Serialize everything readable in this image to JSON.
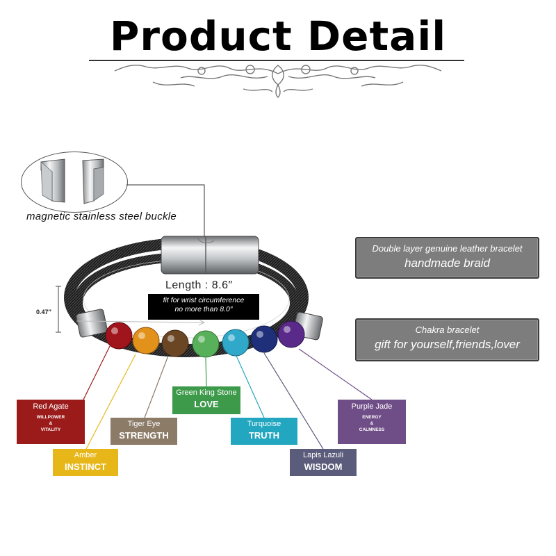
{
  "title": "Product Detail",
  "buckle": {
    "caption": "magnetic stainless steel buckle"
  },
  "panels": {
    "leather": {
      "line1": "Double layer genuine leather bracelet",
      "line2": "handmade braid"
    },
    "chakra": {
      "line1": "Chakra bracelet",
      "line2": "gift for yourself,friends,lover"
    }
  },
  "measurements": {
    "length": "Length : 8.6″",
    "fit_line1": "fit for wrist circumference",
    "fit_line2": "no more than 8.0″",
    "width": "0.47″"
  },
  "stones": [
    {
      "name": "Red Agate",
      "meaning_lines": [
        "WILLPOWER",
        "&",
        "VITALITY"
      ],
      "color": "#9b1b1b"
    },
    {
      "name": "Amber",
      "meaning": "INSTINCT",
      "color": "#e7b719"
    },
    {
      "name": "Tiger Eye",
      "meaning": "STRENGTH",
      "color": "#8c7b67"
    },
    {
      "name": "Green King Stone",
      "meaning": "LOVE",
      "color": "#3e9a4b"
    },
    {
      "name": "Turquoise",
      "meaning": "TRUTH",
      "color": "#23a7c0"
    },
    {
      "name": "Lapis Lazuli",
      "meaning": "WISDOM",
      "color": "#5b5b7b"
    },
    {
      "name": "Purple Jade",
      "meaning_lines": [
        "ENERGY",
        "&",
        "CALMNESS"
      ],
      "color": "#6f4d86"
    }
  ]
}
